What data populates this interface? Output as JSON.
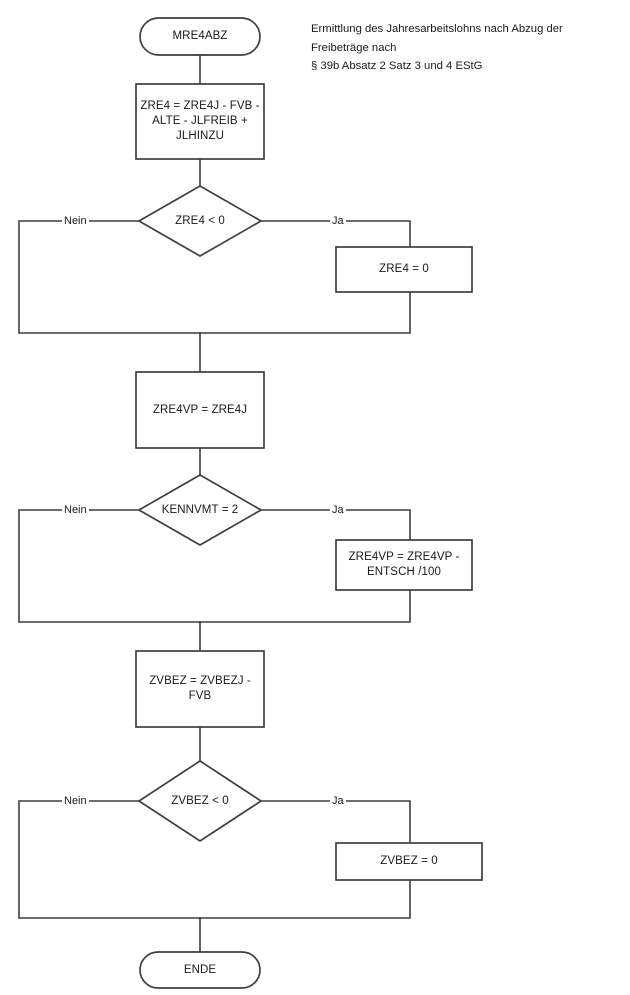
{
  "diagram": {
    "title": "MRE4ABZ",
    "header_note": "Ermittlung des Jahresarbeitslohns nach Abzug der Freibeträge nach\n§ 39b Absatz 2 Satz 3 und 4 EStG",
    "header_note_line1": "Ermittlung des Jahresarbeitslohns nach Abzug der",
    "header_note_line2": "Freibeträge nach",
    "header_note_line3": "§ 39b Absatz 2 Satz 3 und 4 EStG",
    "colors": {
      "stroke": "#3f3f3f",
      "fill": "#ffffff",
      "text": "#1a1a1a"
    },
    "nodes": [
      {
        "id": "start",
        "type": "terminal",
        "label": "MRE4ABZ"
      },
      {
        "id": "calc_zre4",
        "type": "process",
        "label": "ZRE4 = ZRE4J - FVB -\nALTE - JLFREIB  +\nJLHINZU"
      },
      {
        "id": "check_zre4",
        "type": "decision",
        "label": "ZRE4 < 0"
      },
      {
        "id": "zre4_zero",
        "type": "process",
        "label": "ZRE4 = 0"
      },
      {
        "id": "zre4vp_set",
        "type": "process",
        "label": "ZRE4VP = ZRE4J"
      },
      {
        "id": "check_kennvmt",
        "type": "decision",
        "label": "KENNVMT = 2"
      },
      {
        "id": "zre4vp_adj",
        "type": "process",
        "label": "ZRE4VP = ZRE4VP -\nENTSCH /100"
      },
      {
        "id": "calc_zvbez",
        "type": "process",
        "label": "ZVBEZ = ZVBEZJ -\nFVB"
      },
      {
        "id": "check_zvbez",
        "type": "decision",
        "label": "ZVBEZ < 0"
      },
      {
        "id": "zvbez_zero",
        "type": "process",
        "label": "ZVBEZ = 0"
      },
      {
        "id": "end",
        "type": "terminal",
        "label": "ENDE"
      }
    ],
    "edge_labels": {
      "zre4_no": "Nein",
      "zre4_yes": "Ja",
      "kennvmt_no": "Nein",
      "kennvmt_yes": "Ja",
      "zvbez_no": "Nein",
      "zvbez_yes": "Ja"
    }
  }
}
